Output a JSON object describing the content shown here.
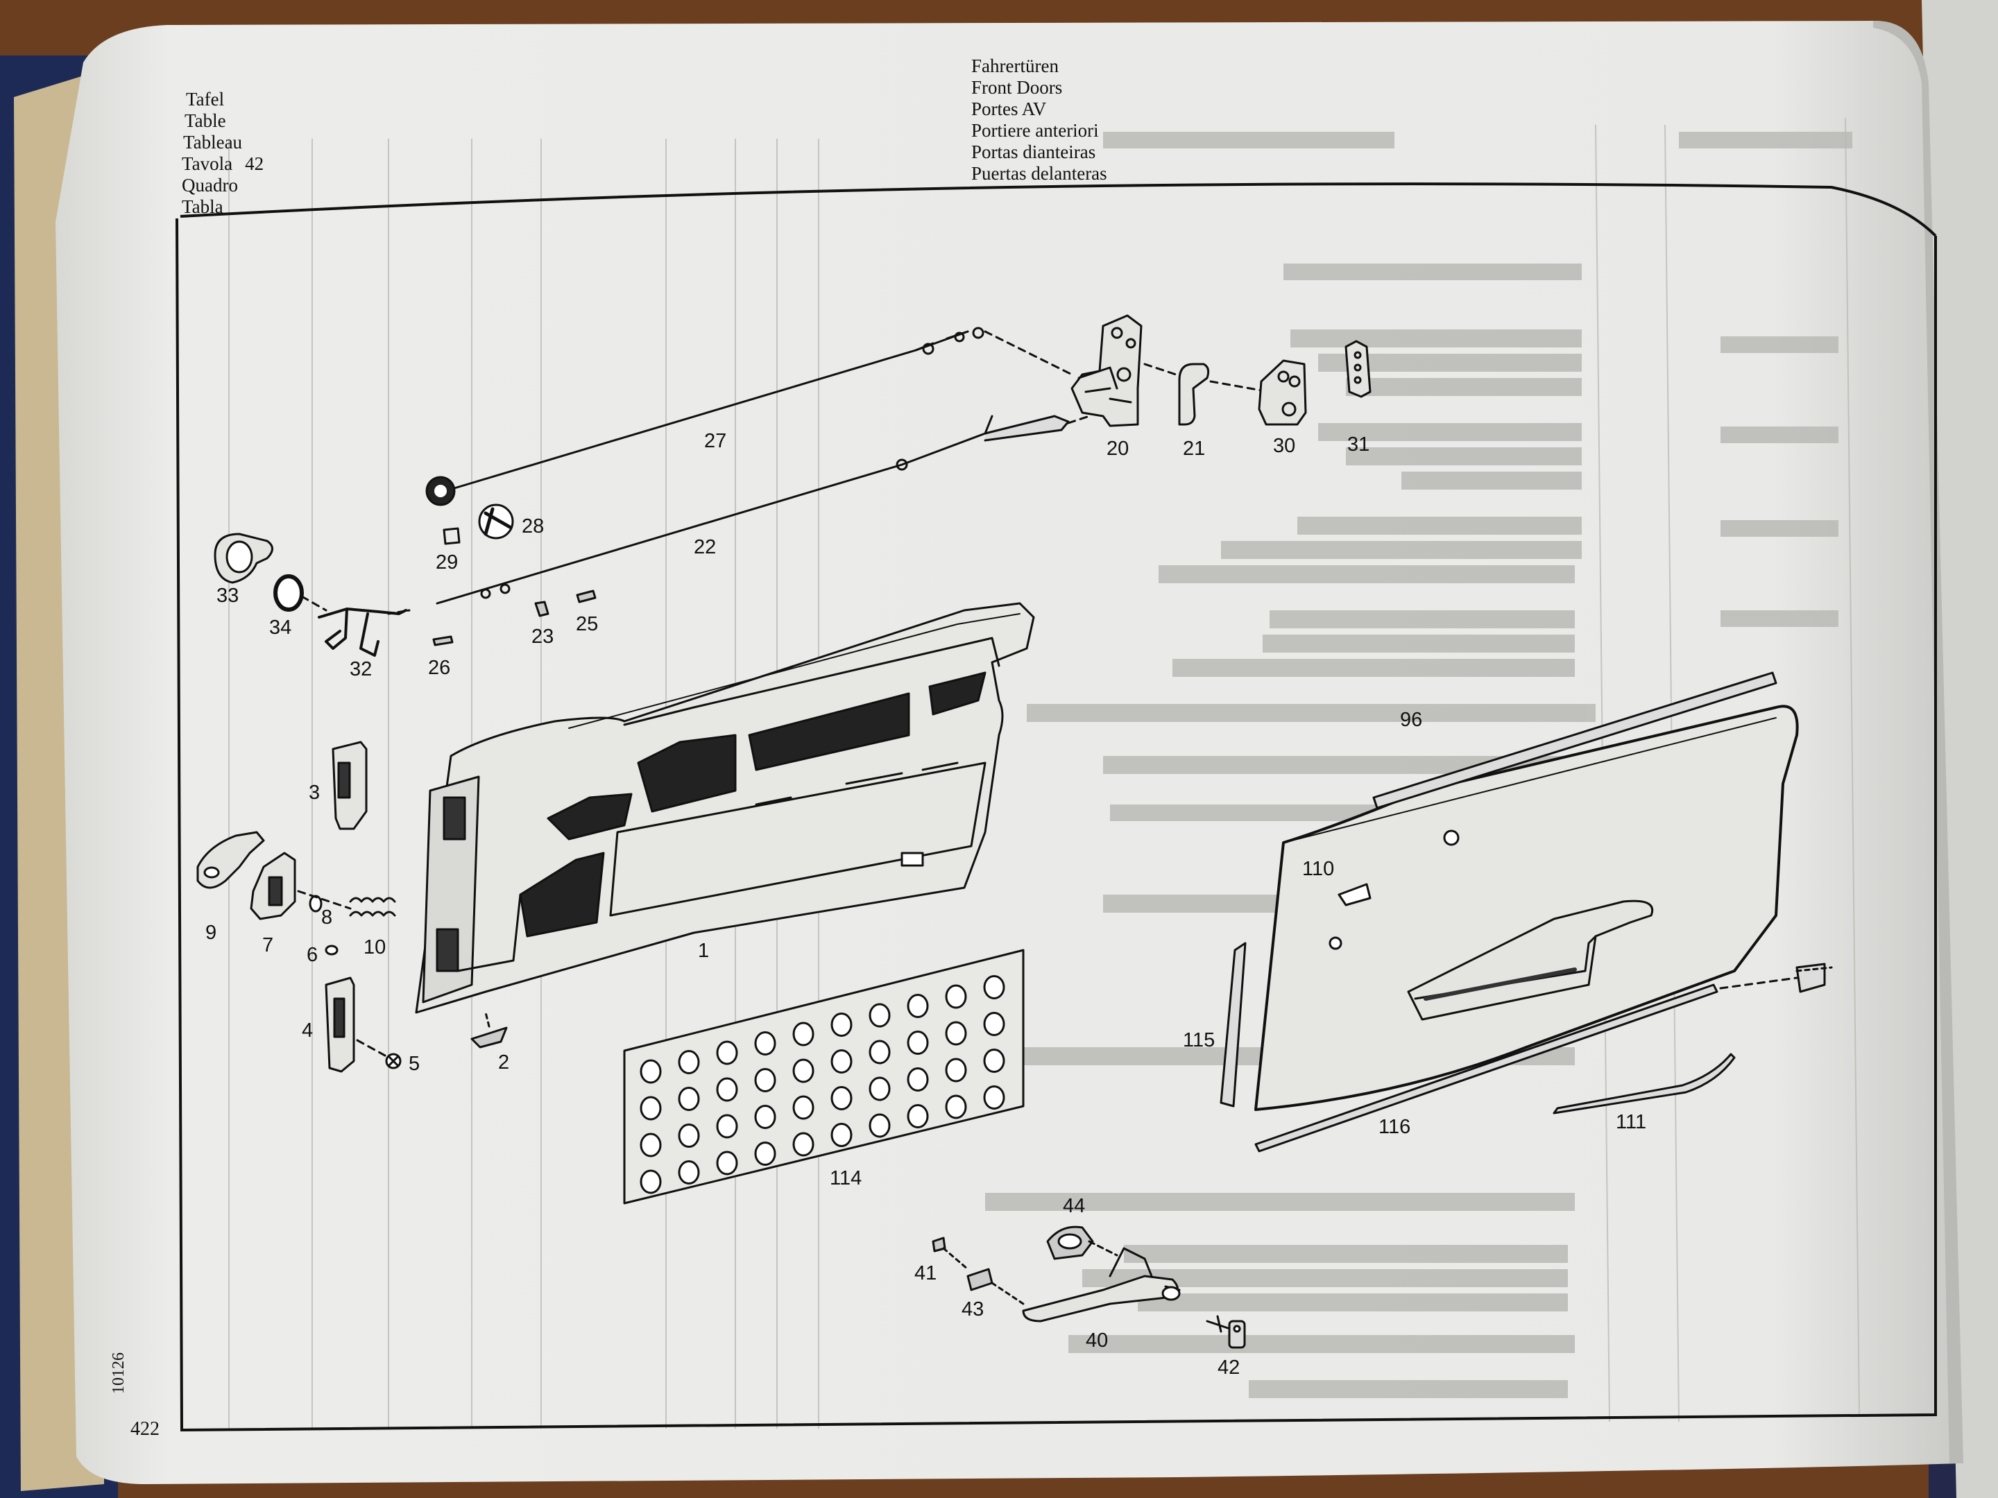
{
  "page": {
    "tafel_labels": [
      "Tafel",
      "Table",
      "Tableau",
      "Tavola",
      "Quadro",
      "Tabla"
    ],
    "tafel_number": "42",
    "titles": [
      "Fahrertüren",
      "Front Doors",
      "Portes AV",
      "Portiere anteriori",
      "Portas dianteiras",
      "Puertas delanteras"
    ],
    "page_number": "422",
    "catalog_code": "10126"
  },
  "callouts": [
    {
      "id": "1",
      "part": "door-shell"
    },
    {
      "id": "2",
      "part": "clip"
    },
    {
      "id": "3",
      "part": "hinge-upper"
    },
    {
      "id": "4",
      "part": "hinge-lower"
    },
    {
      "id": "5",
      "part": "screw"
    },
    {
      "id": "6",
      "part": "washer"
    },
    {
      "id": "7",
      "part": "door-check"
    },
    {
      "id": "8",
      "part": "washer"
    },
    {
      "id": "9",
      "part": "hinge-bracket"
    },
    {
      "id": "10",
      "part": "spring"
    },
    {
      "id": "20",
      "part": "door-lock"
    },
    {
      "id": "21",
      "part": "bracket"
    },
    {
      "id": "22",
      "part": "rod"
    },
    {
      "id": "23",
      "part": "plug"
    },
    {
      "id": "25",
      "part": "plug"
    },
    {
      "id": "26",
      "part": "clip"
    },
    {
      "id": "27",
      "part": "rod"
    },
    {
      "id": "28",
      "part": "bell-crank"
    },
    {
      "id": "29",
      "part": "clip"
    },
    {
      "id": "30",
      "part": "striker"
    },
    {
      "id": "31",
      "part": "plate"
    },
    {
      "id": "32",
      "part": "inside-handle-lever"
    },
    {
      "id": "33",
      "part": "handle-escutcheon"
    },
    {
      "id": "34",
      "part": "ring"
    },
    {
      "id": "40",
      "part": "outside-handle"
    },
    {
      "id": "41",
      "part": "screw"
    },
    {
      "id": "42",
      "part": "key"
    },
    {
      "id": "43",
      "part": "gasket"
    },
    {
      "id": "44",
      "part": "gasket"
    },
    {
      "id": "96",
      "part": "window-seal"
    },
    {
      "id": "110",
      "part": "door-panel"
    },
    {
      "id": "111",
      "part": "moulding"
    },
    {
      "id": "114",
      "part": "insulation-sheet"
    },
    {
      "id": "115",
      "part": "seal-strip"
    },
    {
      "id": "116",
      "part": "seal-strip"
    }
  ],
  "colors": {
    "paper": "#ebebe8",
    "ink": "#111111",
    "desk": "#6b3e1f",
    "bleed": "#a6a6a2"
  }
}
